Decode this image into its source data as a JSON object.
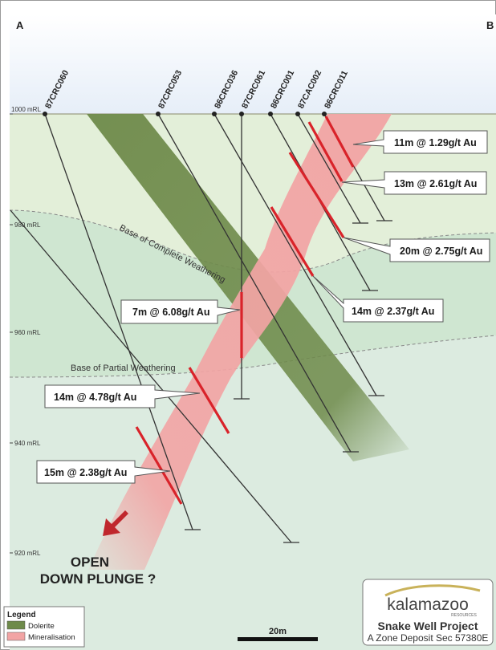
{
  "section": {
    "corner_left": "A",
    "corner_right": "B",
    "rl_labels": [
      {
        "label": "1000 mRL",
        "rl": 1000
      },
      {
        "label": "980 mRL",
        "rl": 980
      },
      {
        "label": "960 mRL",
        "rl": 960
      },
      {
        "label": "940 mRL",
        "rl": 940
      },
      {
        "label": "920 mRL",
        "rl": 920
      }
    ],
    "weathering": {
      "complete": "Base of Complete Weathering",
      "partial": "Base of Partial Weathering"
    },
    "open_note_line1": "OPEN",
    "open_note_line2": "DOWN PLUNGE ?"
  },
  "drillholes": [
    {
      "id": "87CRC060"
    },
    {
      "id": "87CRC053"
    },
    {
      "id": "86CRC036"
    },
    {
      "id": "87CRC061"
    },
    {
      "id": "86CRC001"
    },
    {
      "id": "87CAC002"
    },
    {
      "id": "86CRC011"
    }
  ],
  "intercepts": [
    {
      "text": "11m @ 1.29g/t Au"
    },
    {
      "text": "13m @ 2.61g/t Au"
    },
    {
      "text": "20m @ 2.75g/t Au"
    },
    {
      "text": "14m @ 2.37g/t Au"
    },
    {
      "text": "7m @ 6.08g/t Au"
    },
    {
      "text": "14m @ 4.78g/t Au"
    },
    {
      "text": "15m @ 2.38g/t Au"
    }
  ],
  "legend": {
    "title": "Legend",
    "items": [
      {
        "label": "Dolerite",
        "color": "#6e8a4a"
      },
      {
        "label": "Mineralisation",
        "color": "#f2a4a4"
      }
    ]
  },
  "scale_bar": {
    "label": "20m"
  },
  "title_block": {
    "logo_text": "kalamazoo",
    "logo_subtext": "RESOURCES",
    "project": "Snake Well Project",
    "section": "A Zone Deposit Sec 57380E"
  },
  "colors": {
    "sky": "#eef3fa",
    "complete_weathered": "#e3efd9",
    "partial_weathered": "#cfe6d1",
    "fresh": "#dcebe0",
    "dolerite": "#6e8a4a",
    "mineralisation": "#f2a4a4",
    "mineralised_interval": "#d9232a",
    "arrow": "#c0272d"
  }
}
